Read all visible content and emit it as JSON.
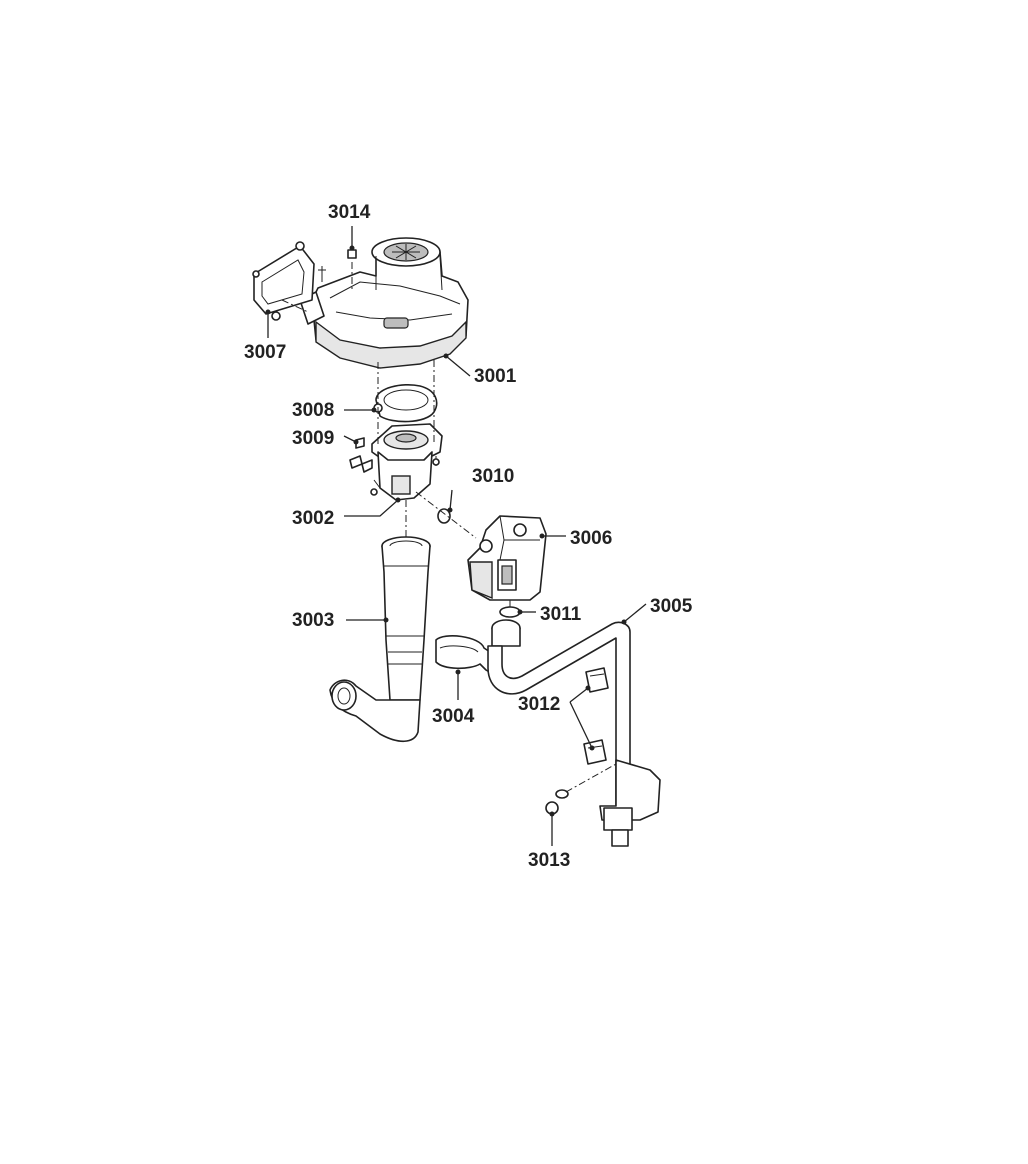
{
  "callouts": {
    "p3001": "3001",
    "p3002": "3002",
    "p3003": "3003",
    "p3004": "3004",
    "p3005": "3005",
    "p3006": "3006",
    "p3007": "3007",
    "p3008": "3008",
    "p3009": "3009",
    "p3010": "3010",
    "p3011": "3011",
    "p3012": "3012",
    "p3013": "3013",
    "p3014": "3014"
  }
}
